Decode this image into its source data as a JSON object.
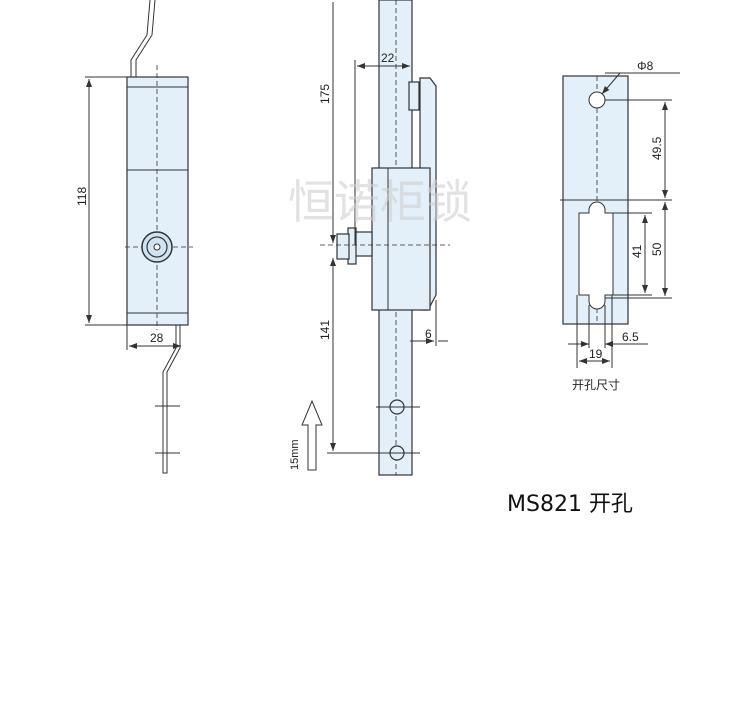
{
  "watermark": "恒诺柜锁",
  "front_view": {
    "height_dim": "118",
    "width_dim": "28"
  },
  "side_view": {
    "upper_dim": "175",
    "lower_dim": "141",
    "offset_dim": "22",
    "tip_dim": "6",
    "travel_label": "15mm"
  },
  "cutout_view": {
    "hole_dim": "Φ8",
    "pitch_dim": "49.5",
    "slot_total_dim": "50",
    "slot_inner_dim": "41",
    "slot_width_dim": "19",
    "slot_offset_dim": "6.5",
    "label": "开孔尺寸"
  },
  "caption": "MS821 开孔",
  "colors": {
    "part_fill": "#e3f0fa",
    "line": "#333333"
  }
}
